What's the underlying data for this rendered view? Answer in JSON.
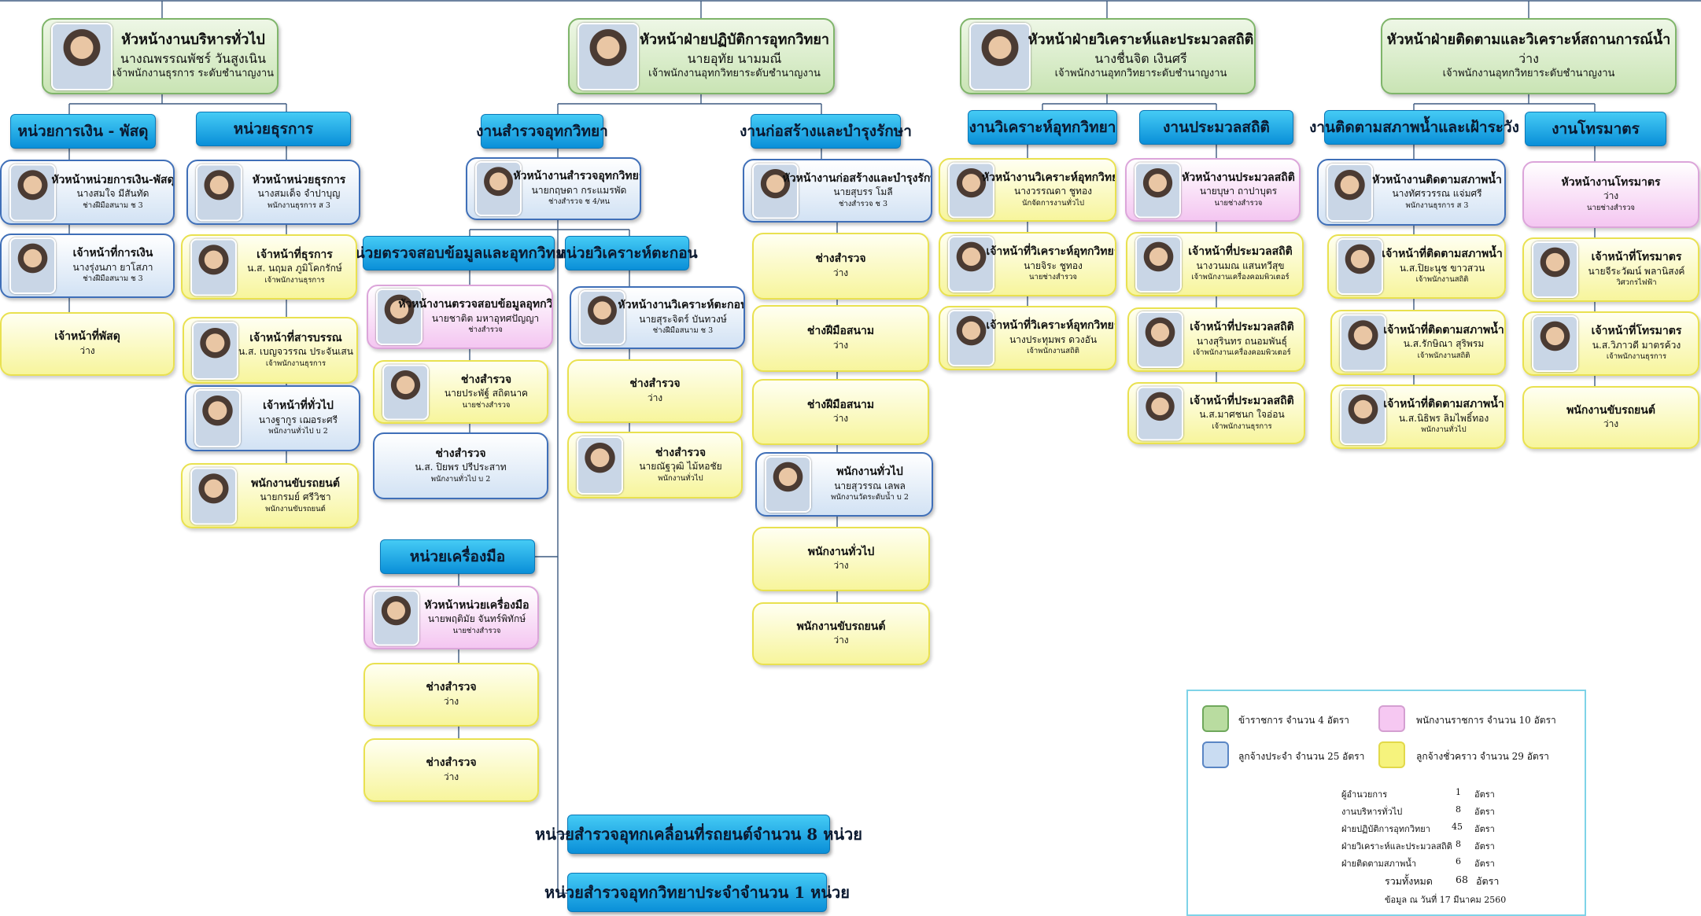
{
  "top": [
    {
      "title": "หัวหน้างานบริหารทั่วไป",
      "name": "นางณพรรณพัชร์  วันสูงเนิน",
      "pos": "เจ้าพนักงานธุรการ ระดับชำนาญงาน"
    },
    {
      "title": "หัวหน้าฝ่ายปฏิบัติการอุทกวิทยา",
      "name": "นายอุทัย  นามมณี",
      "pos": "เจ้าพนักงานอุทกวิทยาระดับชำนาญงาน"
    },
    {
      "title": "หัวหน้าฝ่ายวิเคราะห์และประมวลสถิติ",
      "name": "นางชื่นจิต  เงินศรี",
      "pos": "เจ้าพนักงานอุทกวิทยาระดับชำนาญงาน"
    },
    {
      "title": "หัวหน้าฝ่ายติดตามและวิเคราะห์สถานการณ์น้ำ",
      "name": "ว่าง",
      "pos": "เจ้าพนักงานอุทกวิทยาระดับชำนาญงาน"
    }
  ],
  "units": [
    "หน่วยการเงิน - พัสดุ",
    "หน่วยธุรการ",
    "งานสำรวจอุทกวิทยา",
    "งานก่อสร้างและบำรุงรักษา",
    "งานวิเคราะห์อุทกวิทยา",
    "งานประมวลสถิติ",
    "งานติดตามสภาพน้ำและเฝ้าระวัง",
    "งานโทรมาตร",
    "หน่วยตรวจสอบข้อมูลและอุทกวิทยา",
    "หน่วยวิเคราะห์ตะกอน",
    "หน่วยเครื่องมือ",
    "หน่วยสำรวจอุทกเคลื่อนที่รถยนต์จำนวน 8 หน่วย",
    "หน่วยสำรวจอุทกวิทยาประจำจำนวน 1 หน่วย"
  ],
  "staff": [
    {
      "title": "หัวหน้าหน่วยการเงิน-พัสดุ",
      "name": "นางสมใจ มีสันทัด",
      "pos": "ช่างฝีมือสนาม ช 3"
    },
    {
      "title": "เจ้าหน้าที่การเงิน",
      "name": "นางรุ่งนภา ยาโสภา",
      "pos": "ช่างฝีมือสนาม ช 3"
    },
    {
      "title": "เจ้าหน้าที่พัสดุ",
      "name": "ว่าง",
      "pos": ""
    },
    {
      "title": "หัวหน้าหน่วยธุรการ",
      "name": "นางสมเด็จ จำปาบุญ",
      "pos": "พนักงานธุรการ ส 3"
    },
    {
      "title": "เจ้าหน้าที่ธุรการ",
      "name": "น.ส. นฤมล ภูมิโคกรักษ์",
      "pos": "เจ้าพนักงานธุรการ"
    },
    {
      "title": "เจ้าหน้าที่สารบรรณ",
      "name": "น.ส. เบญจวรรณ ประจันเสน",
      "pos": "เจ้าพนักงานธุรการ"
    },
    {
      "title": "เจ้าหน้าที่ทั่วไป",
      "name": "นางฐากูร เฌอระศรี",
      "pos": "พนักงานทั่วไป บ 2"
    },
    {
      "title": "พนักงานขับรถยนต์",
      "name": "นายกรมย์ ศรีวิชา",
      "pos": "พนักงานขับรถยนต์"
    },
    {
      "title": "หัวหน้างานสำรวจอุทกวิทยา",
      "name": "นายกฤษดา กระแมรพัด",
      "pos": "ช่างสำรวจ ช 4/หน"
    },
    {
      "title": "หัวหน้างานตรวจสอบข้อมูลอุทกวิทยา",
      "name": "นายชาติต มหาอุทศปัญญา",
      "pos": "ช่างสำรวจ"
    },
    {
      "title": "ช่างสำรวจ",
      "name": "นายประพัฐ์ สถิตนาค",
      "pos": "นายช่างสำรวจ"
    },
    {
      "title": "ช่างสำรวจ",
      "name": "น.ส. ปิยพร ปรีประสาท",
      "pos": "พนักงานทั่วไป บ 2"
    },
    {
      "title": "หัวหน้างานวิเคราะห์ตะกอน",
      "name": "นายสุระจิตร์ บันทวงษ์",
      "pos": "ช่างฝีมือสนาม ช 3"
    },
    {
      "title": "ช่างสำรวจ",
      "name": "ว่าง",
      "pos": ""
    },
    {
      "title": "ช่างสำรวจ",
      "name": "นายณัฐวุฒิ ไม้หอชัย",
      "pos": "พนักงานทั่วไป"
    },
    {
      "title": "หัวหน้าหน่วยเครื่องมือ",
      "name": "นายพฤติมัย จันทร์พิทักษ์",
      "pos": "นายช่างสำรวจ"
    },
    {
      "title": "ช่างสำรวจ",
      "name": "ว่าง",
      "pos": ""
    },
    {
      "title": "ช่างสำรวจ",
      "name": "ว่าง",
      "pos": ""
    },
    {
      "title": "หัวหน้างานก่อสร้างและบำรุงรักษา",
      "name": "นายสุบรร โมลี",
      "pos": "ช่างสำรวจ ช 3"
    },
    {
      "title": "ช่างสำรวจ",
      "name": "ว่าง",
      "pos": ""
    },
    {
      "title": "ช่างฝีมือสนาม",
      "name": "ว่าง",
      "pos": ""
    },
    {
      "title": "ช่างฝีมือสนาม",
      "name": "ว่าง",
      "pos": ""
    },
    {
      "title": "พนักงานทั่วไป",
      "name": "นายสุวรรณ เลพล",
      "pos": "พนักงานวัดระดับน้ำ บ 2"
    },
    {
      "title": "พนักงานทั่วไป",
      "name": "ว่าง",
      "pos": ""
    },
    {
      "title": "พนักงานขับรถยนต์",
      "name": "ว่าง",
      "pos": ""
    },
    {
      "title": "หัวหน้างานวิเคราะห์อุทกวิทยา",
      "name": "นางวรรณดา ชูทอง",
      "pos": "นักจัดการงานทั่วไป"
    },
    {
      "title": "เจ้าหน้าที่วิเคราะห์อุทกวิทยา",
      "name": "นายจิระ ชูทอง",
      "pos": "นายช่างสำรวจ"
    },
    {
      "title": "เจ้าหน้าที่วิเคราะห์อุทกวิทยา",
      "name": "นางประทุมพร ดวงอัน",
      "pos": "เจ้าพนักงานสถิติ"
    },
    {
      "title": "หัวหน้างานประมวลสถิติ",
      "name": "นายบุษา ถาปาบุตร",
      "pos": "นายช่างสำรวจ"
    },
    {
      "title": "เจ้าหน้าที่ประมวลสถิติ",
      "name": "นางวนมณ แสนทวีสุข",
      "pos": "เจ้าพนักงานเครื่องคอมพิวเตอร์"
    },
    {
      "title": "เจ้าหน้าที่ประมวลสถิติ",
      "name": "นางสุรินทร ถนอมพันธุ์",
      "pos": "เจ้าพนักงานเครื่องคอมพิวเตอร์"
    },
    {
      "title": "เจ้าหน้าที่ประมวลสถิติ",
      "name": "น.ส.มาศชนก ใจอ่อน",
      "pos": "เจ้าพนักงานธุรการ"
    },
    {
      "title": "หัวหน้างานติดตามสภาพน้ำ",
      "name": "นางทัศรวรรณ แจ่มศรี",
      "pos": "พนักงานธุรการ ส 3"
    },
    {
      "title": "เจ้าหน้าที่ติดตามสภาพน้ำ",
      "name": "น.ส.ปิยะนุช ขาวสวน",
      "pos": "เจ้าพนักงานสถิติ"
    },
    {
      "title": "เจ้าหน้าที่ติดตามสภาพน้ำ",
      "name": "น.ส.รักษิณา สุริพรม",
      "pos": "เจ้าพนักงานสถิติ"
    },
    {
      "title": "เจ้าหน้าที่ติดตามสภาพน้ำ",
      "name": "น.ส.นิธิพร ลิมไพธิ์ทอง",
      "pos": "พนักงานทั่วไป"
    },
    {
      "title": "หัวหน้างานโทรมาตร",
      "name": "ว่าง",
      "pos": "นายช่างสำรวจ"
    },
    {
      "title": "เจ้าหน้าที่โทรมาตร",
      "name": "นายจีระวัฒน์ พลานิสงค์",
      "pos": "วิศวกรไฟฟ้า"
    },
    {
      "title": "เจ้าหน้าที่โทรมาตร",
      "name": "น.ส.วิภาวดี มาตรค้วง",
      "pos": "เจ้าพนักงานธุรการ"
    },
    {
      "title": "พนักงานขับรถยนต์",
      "name": "ว่าง",
      "pos": ""
    }
  ],
  "legend": [
    {
      "label": "ข้าราชการ   จำนวน  4  อัตรา",
      "color": "#b9dca0"
    },
    {
      "label": "พนักงานราชการ  จำนวน  10 อัตรา",
      "color": "#f6c8f2"
    },
    {
      "label": "ลูกจ้างประจำ  จำนวน 25 อัตรา",
      "color": "#c9dcf2"
    },
    {
      "label": "ลูกจ้างชั่วคราว   จำนวน 29  อัตรา",
      "color": "#f6f37d"
    }
  ],
  "summary": [
    {
      "label": "ผู้อำนวยการ",
      "count": "1",
      "unit": "อัตรา"
    },
    {
      "label": "งานบริหารทั่วไป",
      "count": "8",
      "unit": "อัตรา"
    },
    {
      "label": "ฝ่ายปฏิบัติการอุทกวิทยา",
      "count": "45",
      "unit": "อัตรา"
    },
    {
      "label": "ฝ่ายวิเคราะห์และประมวลสถิติ",
      "count": "8",
      "unit": "อัตรา"
    },
    {
      "label": "ฝ่ายติดตามสภาพน้ำ",
      "count": "6",
      "unit": "อัตรา"
    }
  ],
  "total": {
    "label": "รวมทั้งหมด",
    "count": "68",
    "unit": "อัตรา"
  },
  "date": "ข้อมูล ณ วันที่ 17 มีนาคม 2560"
}
